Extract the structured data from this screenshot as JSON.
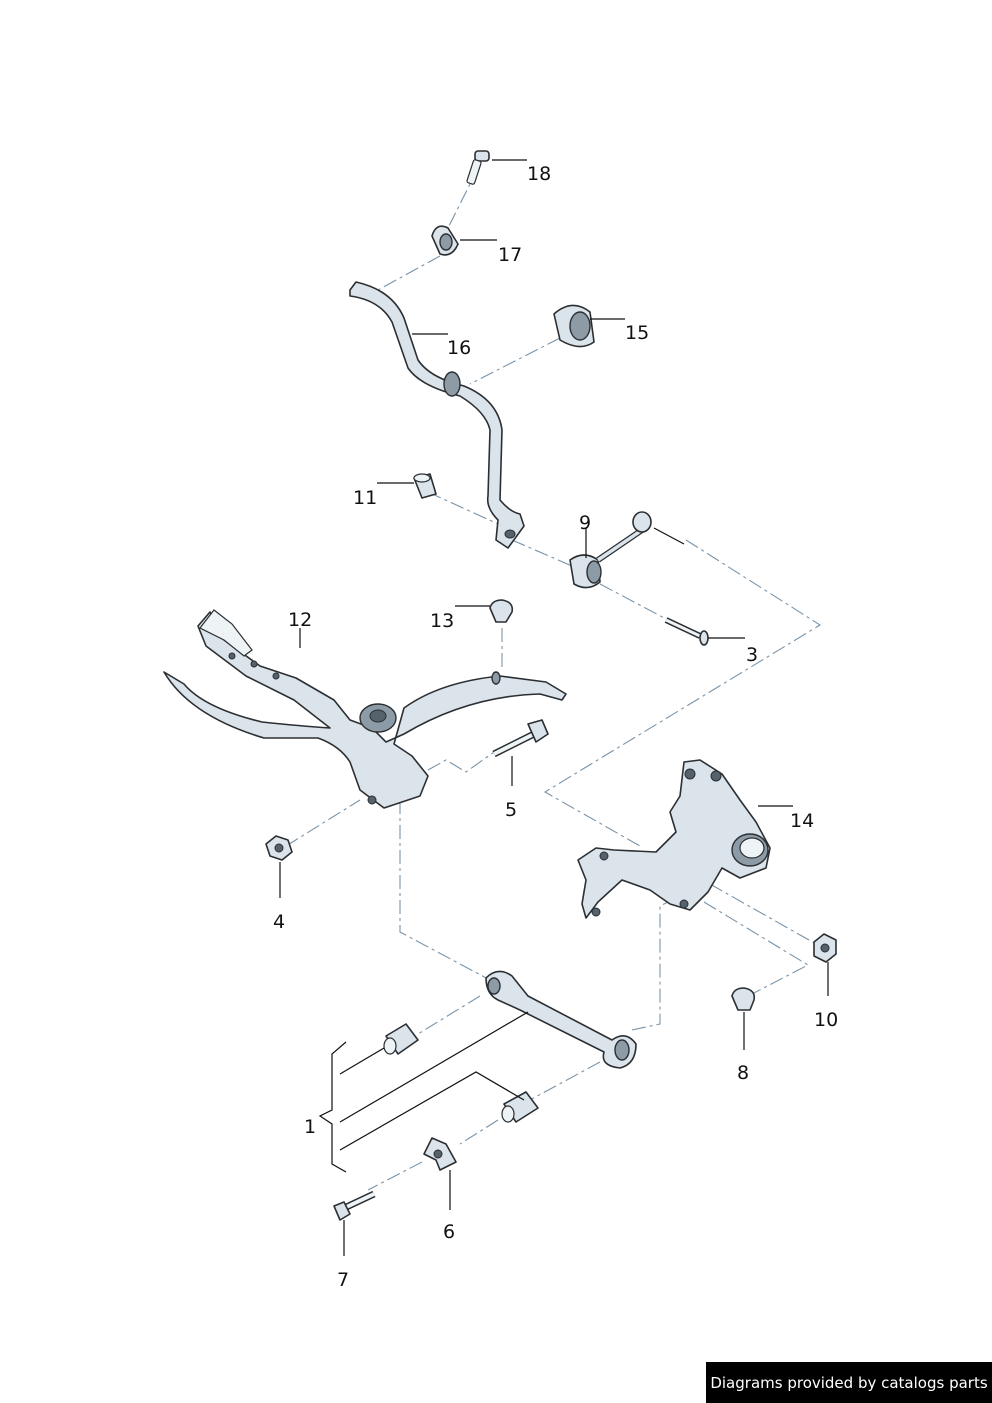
{
  "callouts": [
    {
      "id": "c1",
      "text": "1"
    },
    {
      "id": "c3",
      "text": "3"
    },
    {
      "id": "c4",
      "text": "4"
    },
    {
      "id": "c5",
      "text": "5"
    },
    {
      "id": "c6",
      "text": "6"
    },
    {
      "id": "c7",
      "text": "7"
    },
    {
      "id": "c8",
      "text": "8"
    },
    {
      "id": "c9",
      "text": "9"
    },
    {
      "id": "c10",
      "text": "10"
    },
    {
      "id": "c11",
      "text": "11"
    },
    {
      "id": "c12",
      "text": "12"
    },
    {
      "id": "c13",
      "text": "13"
    },
    {
      "id": "c14",
      "text": "14"
    },
    {
      "id": "c15",
      "text": "15"
    },
    {
      "id": "c16",
      "text": "16"
    },
    {
      "id": "c17",
      "text": "17"
    },
    {
      "id": "c18",
      "text": "18"
    }
  ],
  "footer": {
    "text": "Diagrams provided by catalogs parts"
  }
}
